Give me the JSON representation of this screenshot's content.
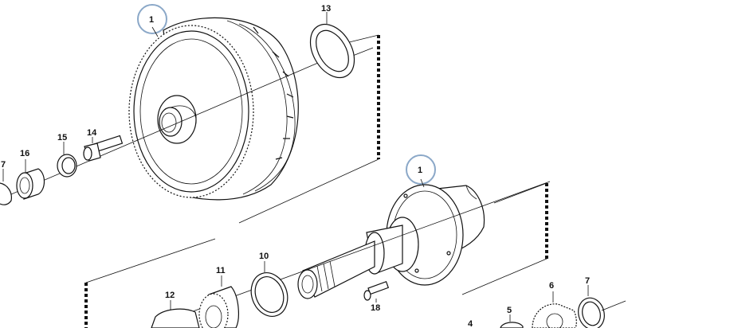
{
  "diagram": {
    "part_labels": {
      "p1a": "1",
      "p1b": "1",
      "p13": "13",
      "p16": "16",
      "p15": "15",
      "p14": "14",
      "p7a": "7",
      "p10": "10",
      "p11": "11",
      "p12": "12",
      "p18": "18",
      "p4": "4",
      "p5": "5",
      "p6": "6",
      "p7b": "7"
    },
    "highlight_color": "#8ba8c8"
  }
}
